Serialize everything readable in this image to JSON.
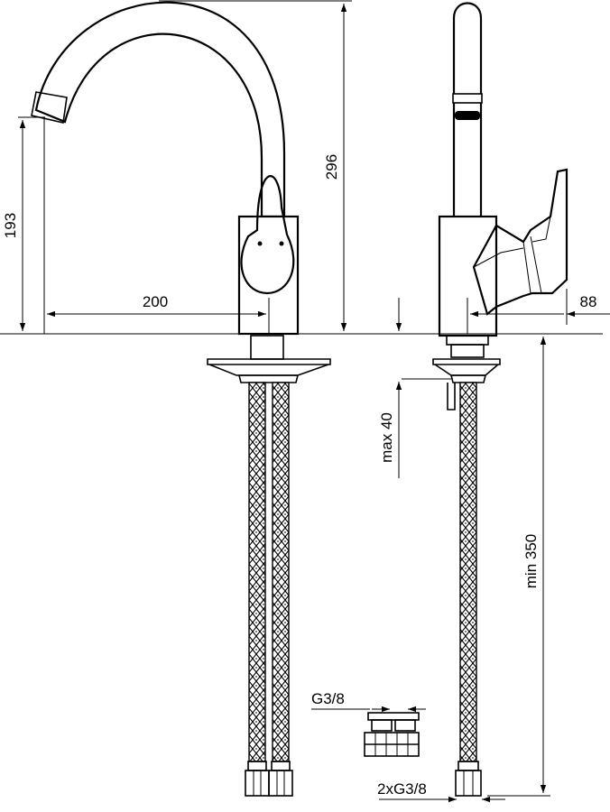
{
  "dimensions": {
    "spout_height": "193",
    "total_height": "296",
    "spout_reach": "200",
    "lever_offset": "88",
    "max_thickness": "max 40",
    "hose_length": "min 350",
    "thread_connector": "G3/8",
    "thread_hoses": "2xG3/8"
  }
}
